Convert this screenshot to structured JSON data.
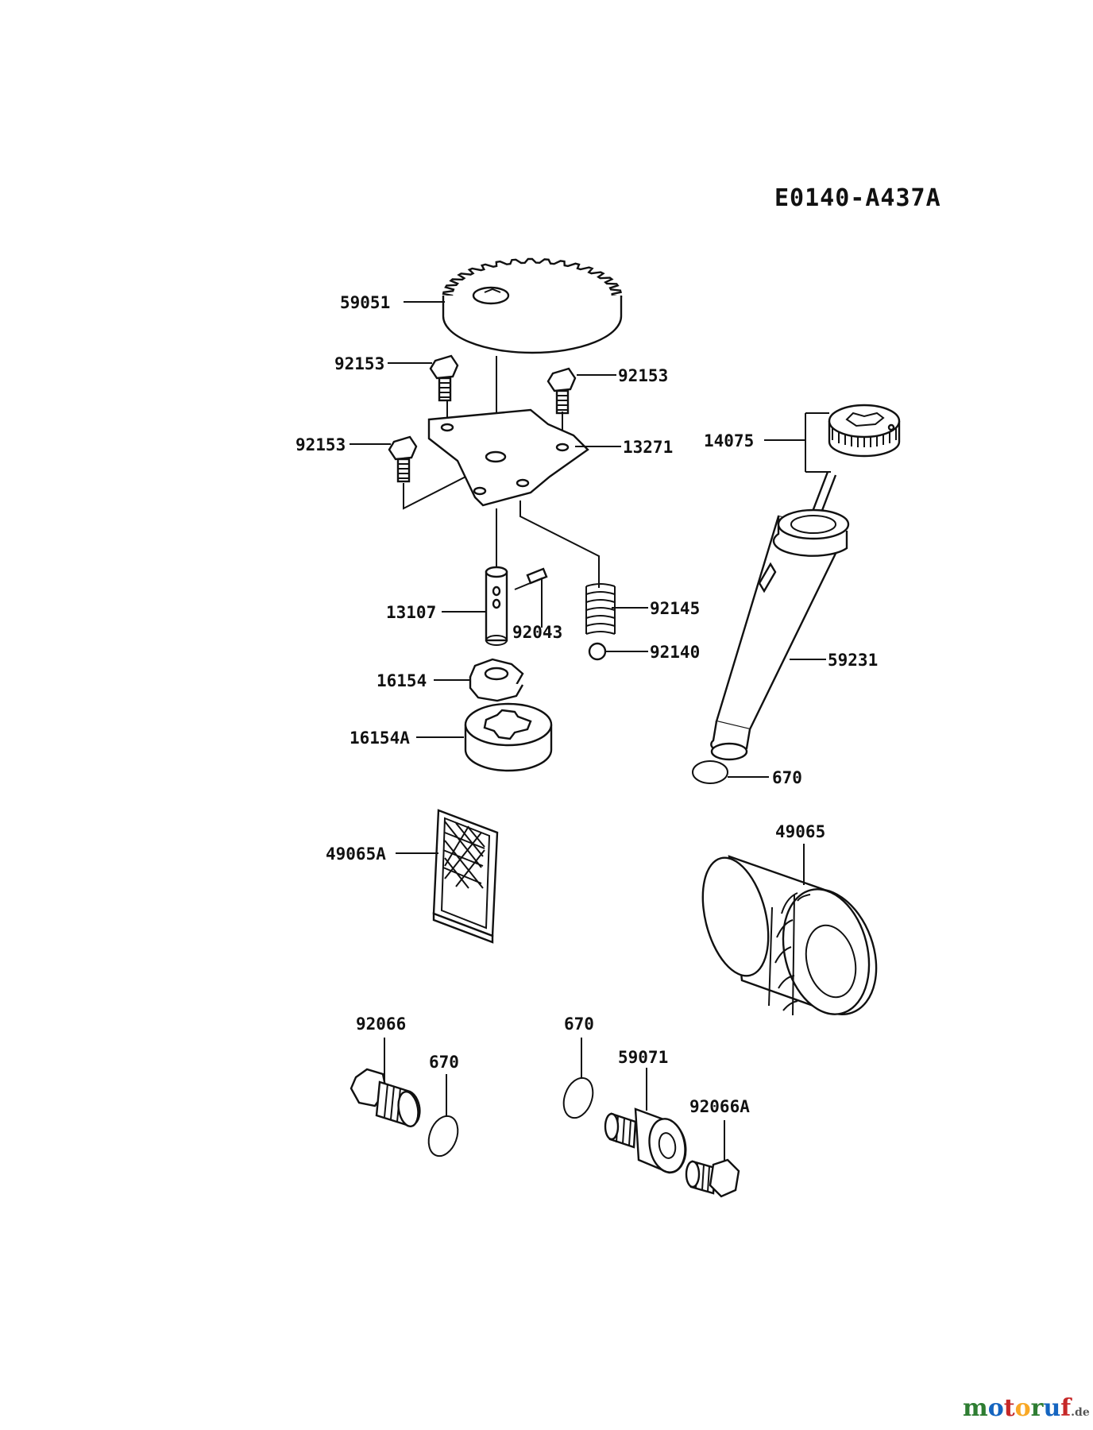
{
  "diagram_code": "E0140-A437A",
  "watermark": {
    "parts": [
      "m",
      "o",
      "t",
      "o",
      "r",
      "u",
      "f"
    ],
    "suffix": ".de",
    "colors": [
      "#2e7d32",
      "#1565c0",
      "#c62828",
      "#f9a825",
      "#2e7d32",
      "#1565c0",
      "#c62828"
    ]
  },
  "parts": [
    {
      "id": "p-59051",
      "label": "59051",
      "name": "gear"
    },
    {
      "id": "p-92153-a",
      "label": "92153",
      "name": "bolt"
    },
    {
      "id": "p-92153-b",
      "label": "92153",
      "name": "bolt"
    },
    {
      "id": "p-92153-c",
      "label": "92153",
      "name": "bolt"
    },
    {
      "id": "p-13271",
      "label": "13271",
      "name": "plate"
    },
    {
      "id": "p-14075",
      "label": "14075",
      "name": "dipstick-cap"
    },
    {
      "id": "p-13107",
      "label": "13107",
      "name": "shaft"
    },
    {
      "id": "p-92043",
      "label": "92043",
      "name": "pin"
    },
    {
      "id": "p-92145",
      "label": "92145",
      "name": "spring"
    },
    {
      "id": "p-92140",
      "label": "92140",
      "name": "ball"
    },
    {
      "id": "p-59231",
      "label": "59231",
      "name": "oil-filler-tube"
    },
    {
      "id": "p-16154",
      "label": "16154",
      "name": "inner-rotor"
    },
    {
      "id": "p-16154A",
      "label": "16154A",
      "name": "outer-rotor"
    },
    {
      "id": "p-670-a",
      "label": "670",
      "name": "o-ring"
    },
    {
      "id": "p-49065",
      "label": "49065",
      "name": "oil-filter"
    },
    {
      "id": "p-49065A",
      "label": "49065A",
      "name": "strainer"
    },
    {
      "id": "p-92066",
      "label": "92066",
      "name": "drain-plug"
    },
    {
      "id": "p-670-b",
      "label": "670",
      "name": "o-ring"
    },
    {
      "id": "p-670-c",
      "label": "670",
      "name": "o-ring"
    },
    {
      "id": "p-59071",
      "label": "59071",
      "name": "fitting"
    },
    {
      "id": "p-92066A",
      "label": "92066A",
      "name": "plug"
    }
  ]
}
